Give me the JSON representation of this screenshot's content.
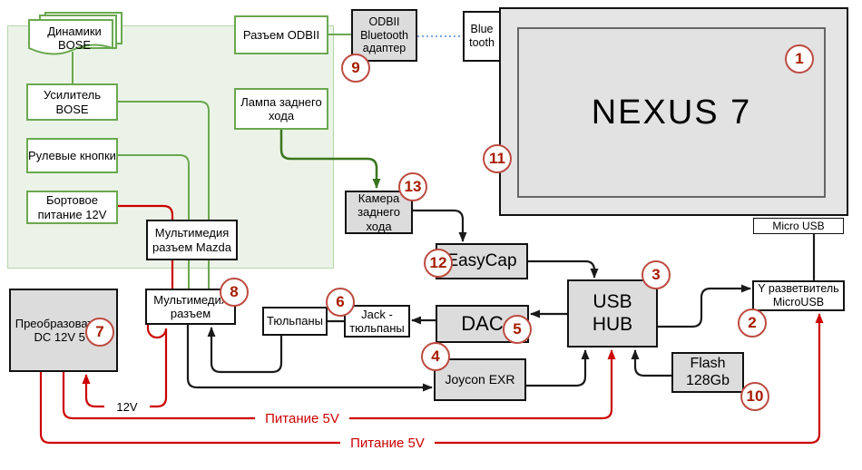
{
  "nodes": {
    "speakers": {
      "lines": [
        "Динамики",
        "BOSE"
      ]
    },
    "amp": {
      "lines": [
        "Усилитель",
        "BOSE"
      ]
    },
    "steering": {
      "lines": [
        "Рулевые кнопки"
      ]
    },
    "board_power": {
      "lines": [
        "Бортовое",
        "питание 12V"
      ]
    },
    "mazda_connector": {
      "lines": [
        "Мультимедия",
        "разъем Mazda"
      ]
    },
    "multimedia_connector": {
      "lines": [
        "Мультимедия",
        "разъем"
      ]
    },
    "converter": {
      "lines": [
        "Преобразователь",
        "DC 12V 5V"
      ]
    },
    "odb_connector": {
      "lines": [
        "Разъем ODBII"
      ]
    },
    "reverse_lamp": {
      "lines": [
        "Лампа заднего",
        "хода"
      ]
    },
    "odb_bt_adapter": {
      "lines": [
        "ODBII",
        "Bluetooth",
        "адаптер"
      ]
    },
    "bluetooth": {
      "lines": [
        "Blue",
        "tooth"
      ]
    },
    "nexus": {
      "lines": [
        "NEXUS 7"
      ]
    },
    "micro_usb": {
      "lines": [
        "Micro USB"
      ]
    },
    "y_splitter": {
      "lines": [
        "Y разветвитель",
        "MicroUSB"
      ]
    },
    "usb_hub": {
      "lines": [
        "USB",
        "HUB"
      ]
    },
    "flash": {
      "lines": [
        "Flash",
        "128Gb"
      ]
    },
    "camera": {
      "lines": [
        "Камера",
        "заднего",
        "хода"
      ]
    },
    "easycap": {
      "lines": [
        "EasyCap"
      ]
    },
    "dac": {
      "lines": [
        "DAC"
      ]
    },
    "joycon": {
      "lines": [
        "Joycon EXR"
      ]
    },
    "tulips": {
      "lines": [
        "Тюльпаны"
      ]
    },
    "jack_tulips": {
      "lines": [
        "Jack -",
        "тюльпаны"
      ]
    }
  },
  "wire_labels": {
    "v12": "12V",
    "power5v_a": "Питание 5V",
    "power5v_b": "Питание 5V"
  },
  "badges": [
    "1",
    "2",
    "3",
    "4",
    "5",
    "6",
    "7",
    "8",
    "9",
    "10",
    "11",
    "12",
    "13"
  ],
  "colors": {
    "green_wire": "#6aa84f",
    "dark_green_wire": "#38761d",
    "red_wire": "#cc0000",
    "black_wire": "#1a1a1a",
    "bluetooth_dotted": "#7aa6d8",
    "panel_fill": "#ebf3e8",
    "panel_border": "#b6d7a8",
    "gray_box": "#dcdcdc",
    "badge_border": "#bd4b40",
    "badge_text": "#a61c00"
  },
  "edges": [
    {
      "from": "speakers",
      "to": "amp",
      "color": "green",
      "arrow": false
    },
    {
      "from": "amp",
      "to": "multimedia_connector",
      "color": "green",
      "arrow": false
    },
    {
      "from": "steering",
      "to": "multimedia_connector",
      "color": "green",
      "arrow": false
    },
    {
      "from": "board_power",
      "to": "multimedia_connector",
      "color": "red",
      "arrow": false
    },
    {
      "from": "multimedia_connector",
      "to": "converter",
      "color": "red",
      "arrow": true,
      "label": "12V"
    },
    {
      "from": "odb_connector",
      "to": "odb_bt_adapter",
      "color": "green",
      "arrow": false
    },
    {
      "from": "odb_bt_adapter",
      "to": "bluetooth",
      "color": "blue-dotted",
      "arrow": false
    },
    {
      "from": "reverse_lamp",
      "to": "camera",
      "color": "dark-green",
      "arrow": true
    },
    {
      "from": "camera",
      "to": "easycap",
      "color": "black",
      "arrow": true
    },
    {
      "from": "easycap",
      "to": "usb_hub",
      "color": "black",
      "arrow": true
    },
    {
      "from": "usb_hub",
      "to": "dac",
      "color": "black",
      "arrow": true
    },
    {
      "from": "dac",
      "to": "jack_tulips",
      "color": "black",
      "arrow": true
    },
    {
      "from": "jack_tulips",
      "to": "tulips",
      "color": "black",
      "arrow": false
    },
    {
      "from": "tulips",
      "to": "multimedia_connector",
      "color": "black",
      "arrow": true
    },
    {
      "from": "multimedia_connector",
      "to": "joycon",
      "color": "black",
      "arrow": true
    },
    {
      "from": "joycon",
      "to": "usb_hub",
      "color": "black",
      "arrow": true
    },
    {
      "from": "flash",
      "to": "usb_hub",
      "color": "black",
      "arrow": true
    },
    {
      "from": "usb_hub",
      "to": "y_splitter",
      "color": "black",
      "arrow": true
    },
    {
      "from": "micro_usb",
      "to": "y_splitter",
      "color": "black",
      "arrow": false
    },
    {
      "from": "converter",
      "to": "usb_hub",
      "color": "red",
      "arrow": true,
      "label": "Питание 5V"
    },
    {
      "from": "converter",
      "to": "y_splitter",
      "color": "red",
      "arrow": true,
      "label": "Питание 5V"
    }
  ]
}
